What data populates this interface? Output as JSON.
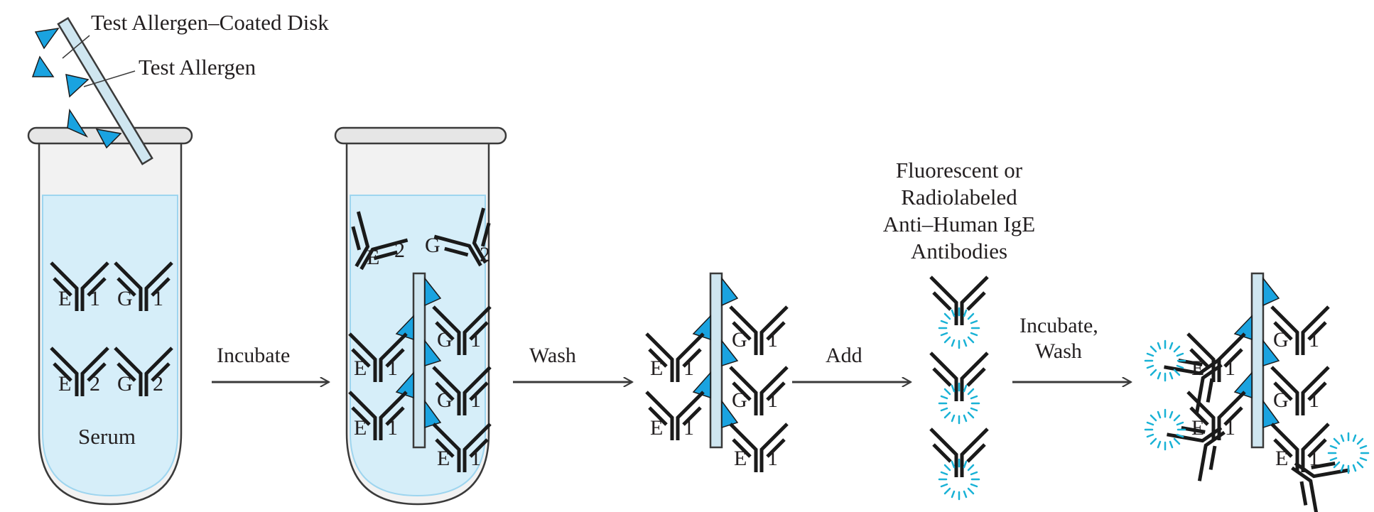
{
  "labels": {
    "disk": "Test Allergen–Coated Disk",
    "allergen": "Test Allergen",
    "serum": "Serum",
    "anti_line1": "Fluorescent or",
    "anti_line2": "Radiolabeled",
    "anti_line3": "Anti–Human IgE",
    "anti_line4": "Antibodies"
  },
  "steps": {
    "incubate": "Incubate",
    "wash": "Wash",
    "add": "Add",
    "incubate_wash_1": "Incubate,",
    "incubate_wash_2": "Wash"
  },
  "antibody_types": {
    "E": "E",
    "G": "G",
    "n1": "1",
    "n2": "2"
  },
  "colors": {
    "allergen": "#1aa3e0",
    "serum_fill": "#d6eef9",
    "tube_glass": "#e8e8e8",
    "label_glow": "#19b2d6",
    "arrow": "#3a3a3a"
  },
  "icons": {
    "antibody": "y-shaped-antibody",
    "allergen": "triangle",
    "disk": "coated-disk-rod",
    "test_tube": "test-tube",
    "label": "glow-burst"
  }
}
